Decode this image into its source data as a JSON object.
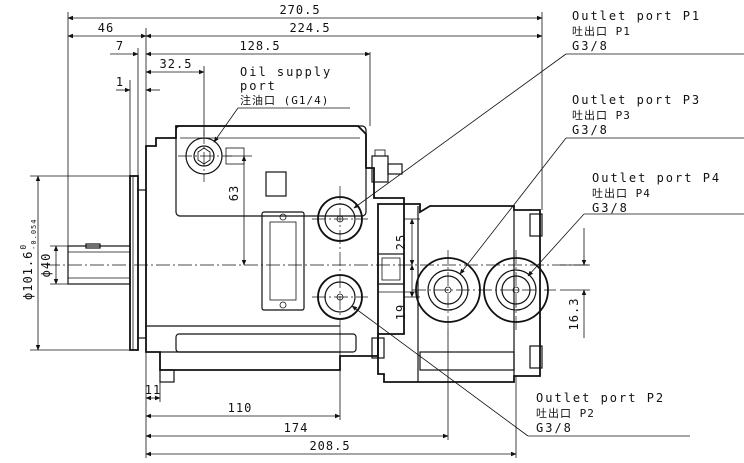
{
  "dimensions": {
    "overall_width": "270.5",
    "rear_body_width": "224.5",
    "shaft_length": "46",
    "flange_thickness": "7",
    "head_length": "128.5",
    "oil_supply_offset": "32.5",
    "flange_step": "1",
    "oil_supply_height": "63",
    "port_p3_height": "25",
    "port_p2_height": "19",
    "port_p4_height": "16.3",
    "flange_diameter": "ϕ101.6",
    "flange_tol_upper": "0",
    "flange_tol_lower": "-0.054",
    "shaft_diameter": "ϕ40",
    "bottom_offset": "11",
    "port_p2_distance": "110",
    "port_p4_distance": "174",
    "body_length": "208.5"
  },
  "callouts": {
    "oil_supply": {
      "name": "Oil supply",
      "name2": "port",
      "jp": "注油口 (G1/4)"
    },
    "p1": {
      "name": "Outlet port P1",
      "jp": "吐出口 P1",
      "size": "G3/8"
    },
    "p3": {
      "name": "Outlet port P3",
      "jp": "吐出口 P3",
      "size": "G3/8"
    },
    "p4": {
      "name": "Outlet port P4",
      "jp": "吐出口 P4",
      "size": "G3/8"
    },
    "p2": {
      "name": "Outlet port P2",
      "jp": "吐出口 P2",
      "size": "G3/8"
    }
  }
}
